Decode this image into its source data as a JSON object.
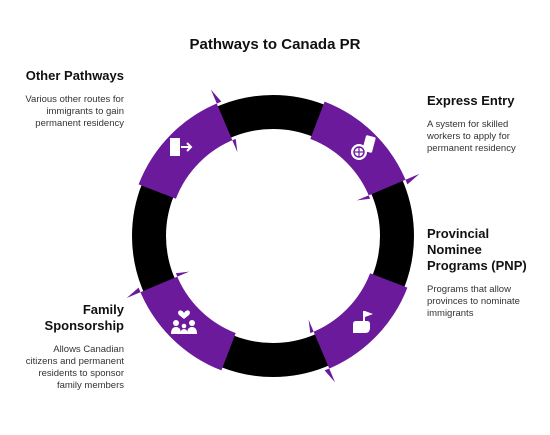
{
  "title": "Pathways to Canada PR",
  "colors": {
    "ring": "#000000",
    "segment": "#6b1a9c",
    "icon": "#ffffff",
    "text": "#111111",
    "description": "#333333"
  },
  "pathways": {
    "other": {
      "title": "Other Pathways",
      "description": "Various other routes for immigrants to gain permanent residency",
      "icon": "exit-door-icon"
    },
    "express": {
      "title": "Express Entry",
      "description": "A system for skilled workers to apply for permanent residency",
      "icon": "passport-icon"
    },
    "pnp": {
      "title": "Provincial Nominee Programs (PNP)",
      "description": "Programs that allow provinces to nominate immigrants",
      "icon": "hand-flag-icon"
    },
    "family": {
      "title": "Family Sponsorship",
      "description": "Allows Canadian citizens and permanent residents to sponsor family members",
      "icon": "family-heart-icon"
    }
  }
}
